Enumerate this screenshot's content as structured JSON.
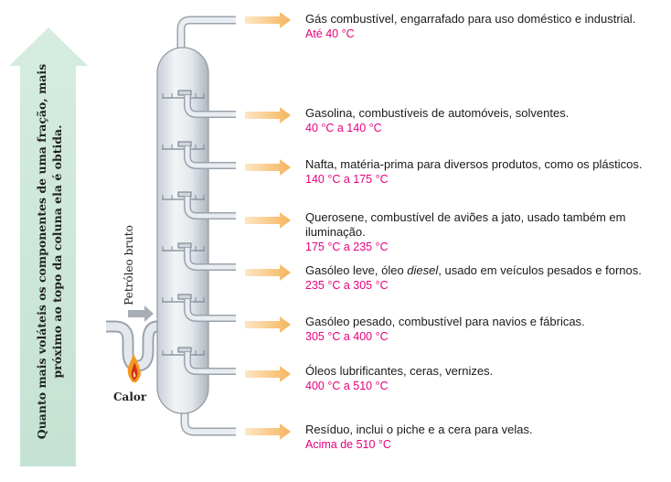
{
  "diagram": {
    "side_label_lines": [
      "Quanto mais voláteis os componentes de uma fração, mais",
      "próximo ao topo da coluna ela é obtida."
    ],
    "input_label": "Petróleo bruto",
    "heat_label": "Calor",
    "fractions": [
      {
        "desc_pre": "Gás combustível, engarrafado para uso doméstico e industrial.",
        "desc_em": "",
        "desc_post": "",
        "desc_line2": "",
        "temp": "Até 40 °C"
      },
      {
        "desc_pre": "Gasolina, combustíveis de automóveis, solventes.",
        "desc_em": "",
        "desc_post": "",
        "desc_line2": "",
        "temp": "40 °C a 140 °C"
      },
      {
        "desc_pre": "Nafta, matéria-prima para diversos produtos, como os plásticos.",
        "desc_em": "",
        "desc_post": "",
        "desc_line2": "",
        "temp": "140 °C a 175 °C"
      },
      {
        "desc_pre": "Querosene, combustível de aviões a jato, usado também em",
        "desc_em": "",
        "desc_post": "",
        "desc_line2": "iluminação.",
        "temp": "175 °C a 235 °C"
      },
      {
        "desc_pre": "Gasóleo leve, óleo ",
        "desc_em": "diesel",
        "desc_post": ", usado em veículos pesados e fornos.",
        "desc_line2": "",
        "temp": "235 °C a 305 °C"
      },
      {
        "desc_pre": "Gasóleo pesado, combustível para navios e fábricas.",
        "desc_em": "",
        "desc_post": "",
        "desc_line2": "",
        "temp": "305 °C a 400 °C"
      },
      {
        "desc_pre": "Óleos lubrificantes, ceras, vernizes.",
        "desc_em": "",
        "desc_post": "",
        "desc_line2": "",
        "temp": "400 °C a 510 °C"
      },
      {
        "desc_pre": "Resíduo, inclui o piche e a cera para velas.",
        "desc_em": "",
        "desc_post": "",
        "desc_line2": "",
        "temp": "Acima de 510 °C"
      }
    ]
  },
  "colors": {
    "big_arrow": "#cfe8dc",
    "small_arrows": "#f7c27a",
    "temperature_text": "#e6007e",
    "column_body": "#e3e7ec",
    "flame_outer": "#f29a1f",
    "flame_inner": "#d62f1f"
  }
}
